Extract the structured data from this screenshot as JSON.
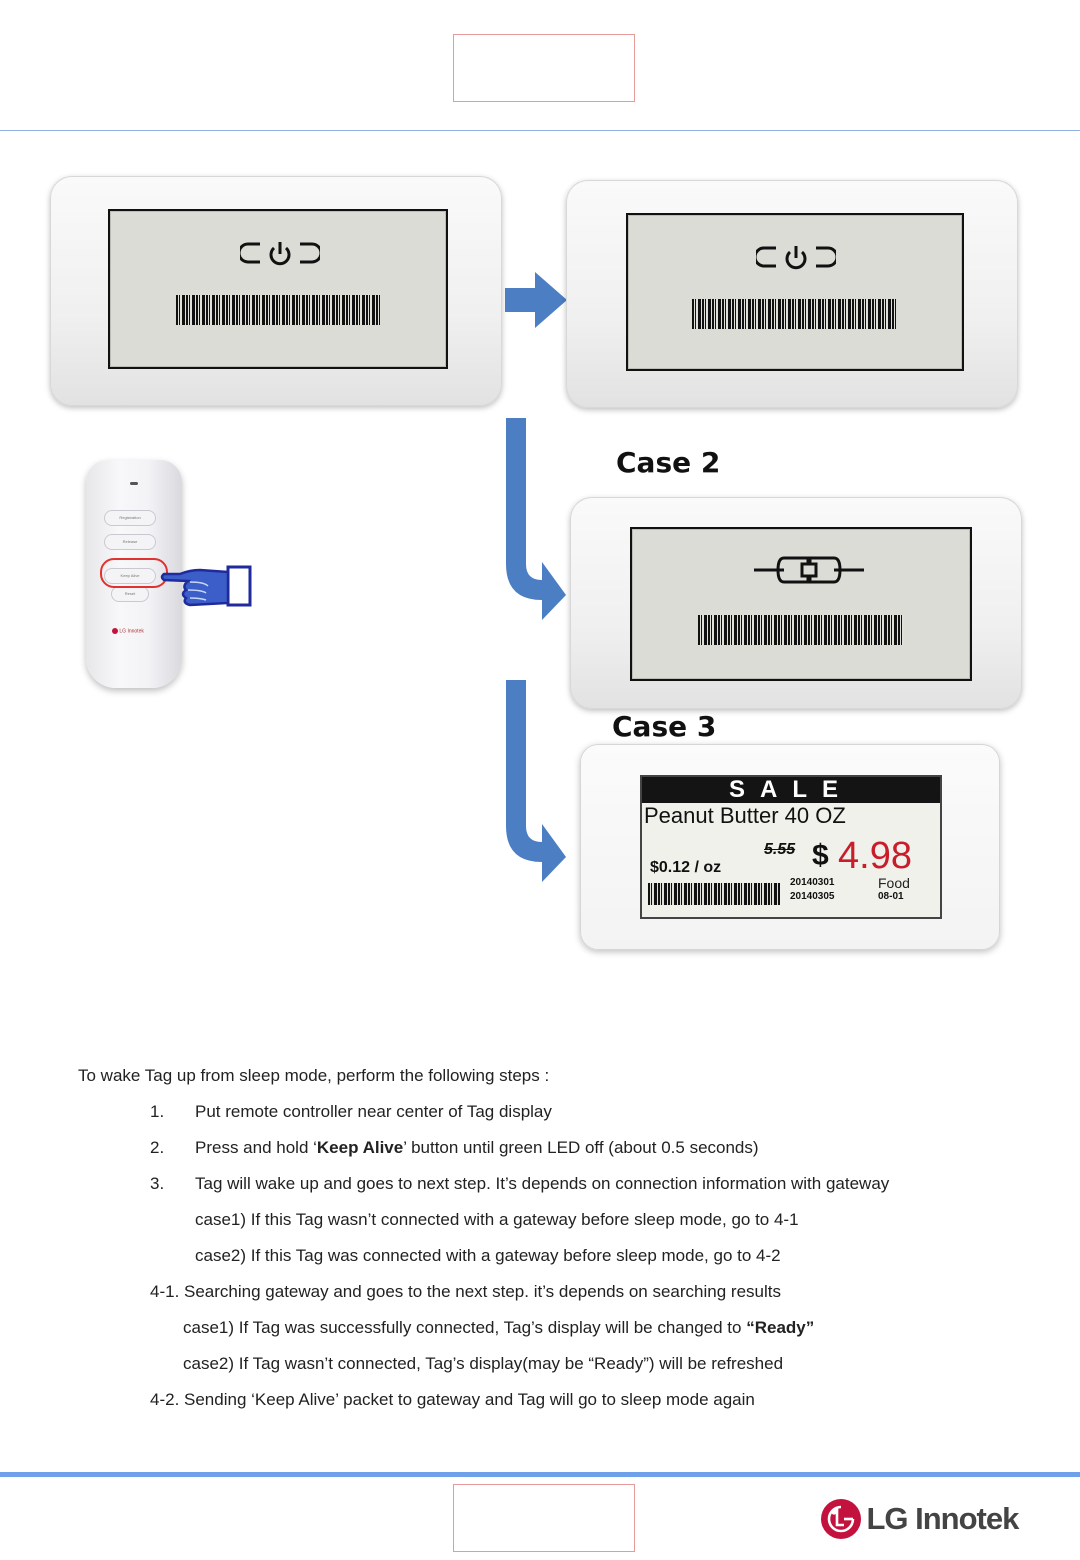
{
  "labels": {
    "case2": "Case 2",
    "case3": "Case 3"
  },
  "remote": {
    "buttons": [
      "Registration",
      "Release",
      "Keep Alive",
      "Reset"
    ],
    "brand": "LG Innotek"
  },
  "sale_tag": {
    "banner": "SALE",
    "product": "Peanut Butter 40 OZ",
    "unit_price": "$0.12 / oz",
    "old_price": "5.55",
    "currency": "$",
    "price": "4.98",
    "date1": "20140301",
    "date2": "20140305",
    "category": "Food",
    "code": "08-01"
  },
  "instructions": {
    "intro": "To wake Tag up from sleep mode, perform the following steps :",
    "step1_num": "1.",
    "step1": "Put remote controller near center of Tag display",
    "step2_num": "2.",
    "step2_pre": "Press and hold ‘",
    "step2_bold": "Keep Alive",
    "step2_post": "’ button until green LED off (about 0.5 seconds)",
    "step3_num": "3.",
    "step3": "Tag will wake up and goes to next step. It’s depends on connection information with gateway",
    "step3_case1": "case1) If this Tag wasn’t connected with a gateway before sleep mode, go to 4-1",
    "step3_case2": "case2) If this Tag was connected with a gateway before sleep mode, go to 4-2",
    "step41": "4-1. Searching gateway and goes to the next step. it’s depends on searching results",
    "step41_case1_pre": "case1) If Tag was successfully connected, Tag’s display will be changed to ",
    "step41_case1_bold": "“Ready”",
    "step41_case2": "case2) If Tag wasn’t connected, Tag’s display(may be “Ready”) will be refreshed",
    "step42": "4-2. Sending ‘Keep Alive’ packet to gateway and Tag will go to sleep mode again"
  },
  "footer": {
    "logo_text": "LG Innotek"
  },
  "colors": {
    "arrow": "#4c7ec4",
    "rule": "#6fa0ea",
    "logo_red": "#c4123f",
    "price_red": "#c81e2c"
  }
}
